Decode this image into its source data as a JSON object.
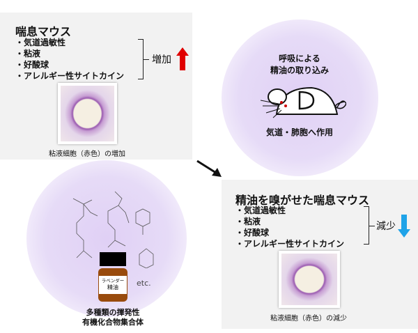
{
  "asthma_mouse": {
    "title": "喘息マウス",
    "items": [
      "・気道過敏性",
      "・粘液",
      "・好酸球",
      "・アレルギー性サイトカイン"
    ],
    "effect": "増加",
    "caption": "粘液細胞（赤色）の増加",
    "arrow_color": "#e00000"
  },
  "inhalation": {
    "line1": "呼吸による",
    "line2": "精油の取り込み",
    "action": "気道・肺胞へ作用"
  },
  "treated_mouse": {
    "title": "精油を嗅がせた喘息マウス",
    "items": [
      "・気道過敏性",
      "・粘液",
      "・好酸球",
      "・アレルギー性サイトカイン"
    ],
    "effect": "減少",
    "caption": "粘液細胞（赤色）の減少",
    "arrow_color": "#1fa3e8"
  },
  "oil": {
    "label1": "ラベンダー",
    "label2": "精油",
    "etc": "etc.",
    "caption1": "多種類の揮発性",
    "caption2": "有機化合物集合体"
  }
}
